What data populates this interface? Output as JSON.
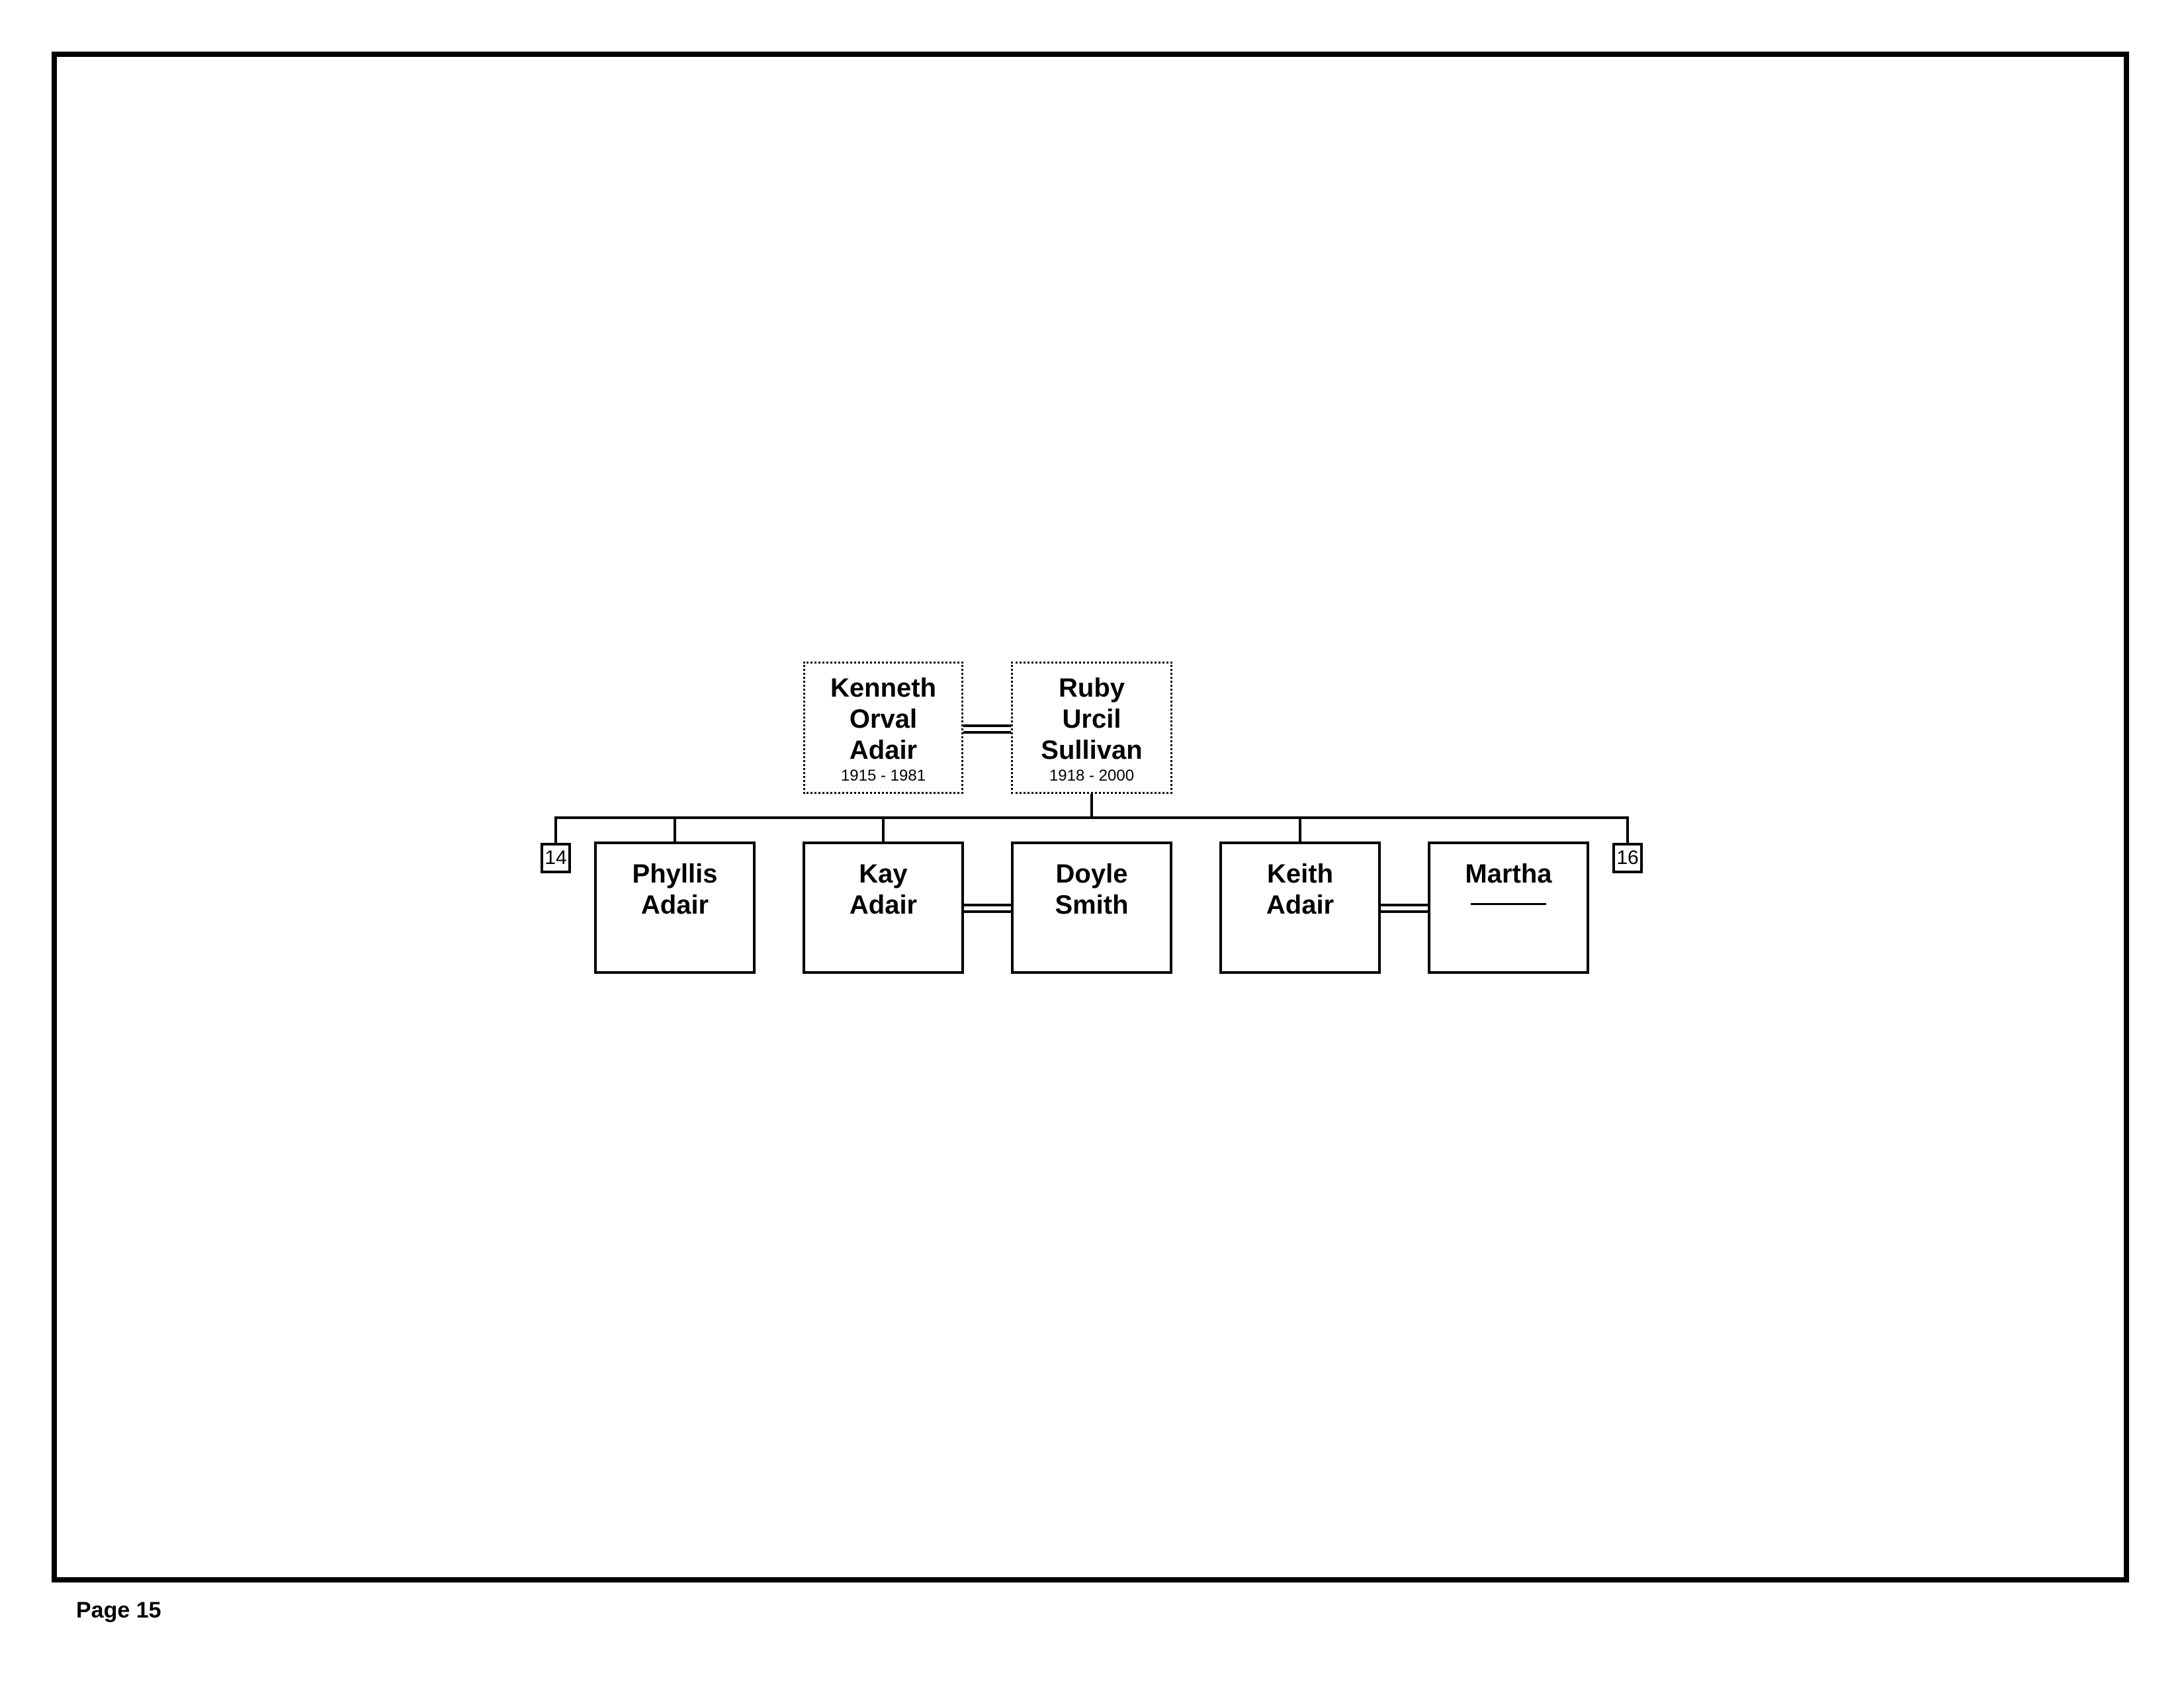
{
  "chart": {
    "parents": [
      {
        "first": "Kenneth",
        "middle": "Orval",
        "last": "Adair",
        "dates": "1915 - 1981"
      },
      {
        "first": "Ruby",
        "middle": "Urcil",
        "last": "Sullivan",
        "dates": "1918 - 2000"
      }
    ],
    "children": [
      {
        "first": "Phyllis",
        "last": "Adair"
      },
      {
        "first": "Kay",
        "last": "Adair"
      },
      {
        "first": "Doyle",
        "last": "Smith"
      },
      {
        "first": "Keith",
        "last": "Adair"
      },
      {
        "first": "Martha",
        "last": ""
      }
    ],
    "page_refs": {
      "left": "14",
      "right": "16"
    }
  },
  "footer": {
    "page_label": "Page 15"
  }
}
